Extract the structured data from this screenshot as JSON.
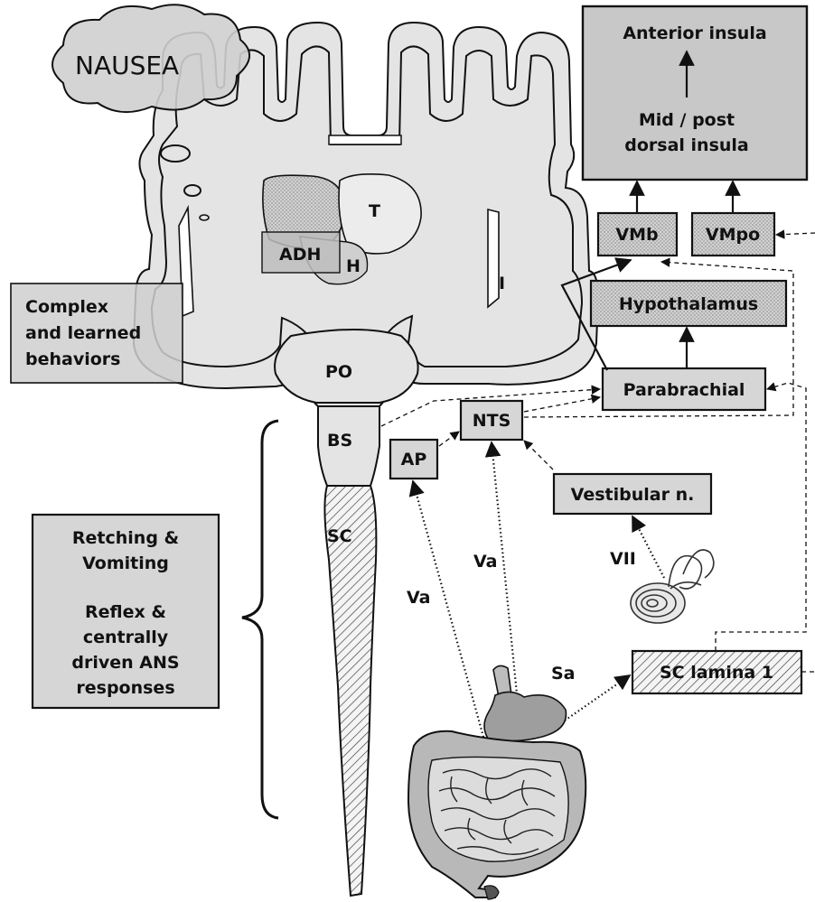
{
  "labels": {
    "nausea": "NAUSEA",
    "anterior_insula": "Anterior insula",
    "mid_post_line1": "Mid / post",
    "mid_post_line2": "dorsal insula",
    "vmb": "VMb",
    "vmpo": "VMpo",
    "hypothalamus": "Hypothalamus",
    "parabrachial": "Parabrachial",
    "nts": "NTS",
    "ap": "AP",
    "vestibular": "Vestibular n.",
    "sc_lamina": "SC lamina 1",
    "t": "T",
    "h": "H",
    "adh": "ADH",
    "i": "I",
    "po": "PO",
    "bs": "BS",
    "sc": "SC",
    "va_left": "Va",
    "va_right": "Va",
    "vii": "VII",
    "sa": "Sa",
    "complex_1": "Complex",
    "complex_2": "and learned",
    "complex_3": "behaviors",
    "retching_1": "Retching &",
    "retching_2": "Vomiting",
    "reflex_1": "Reflex &",
    "reflex_2": "centrally",
    "reflex_3": "driven ANS",
    "reflex_4": "responses"
  },
  "colors": {
    "brain_fill": "#e4e4e4",
    "box_fill": "#d6d6d6",
    "insula_fill": "#c4c4c4",
    "line": "#111111"
  }
}
